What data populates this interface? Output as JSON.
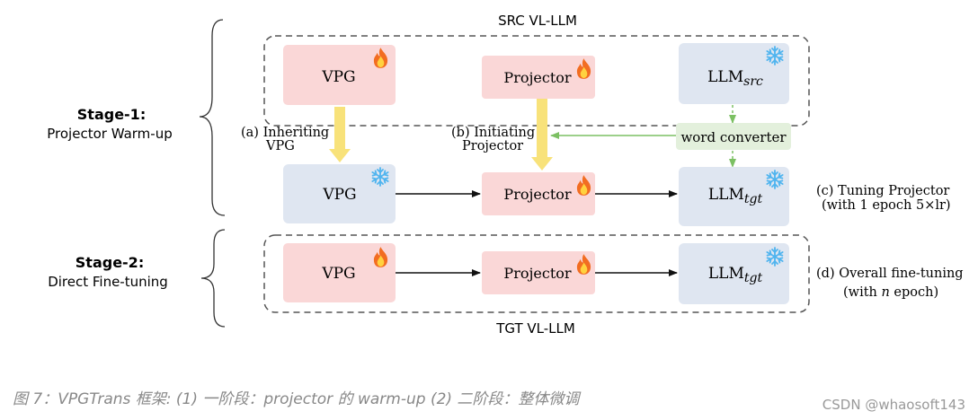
{
  "container_top_label": "SRC VL-LLM",
  "container_bottom_label": "TGT VL-LLM",
  "stage1": {
    "title": "Stage-1:",
    "subtitle": "Projector Warm-up"
  },
  "stage2": {
    "title": "Stage-2:",
    "subtitle": "Direct Fine-tuning"
  },
  "row1": {
    "vpg": "VPG",
    "projector": "Projector",
    "llm_base": "LLM",
    "llm_sub": "src"
  },
  "row2": {
    "vpg": "VPG",
    "projector": "Projector",
    "llm_base": "LLM",
    "llm_sub": "tgt"
  },
  "row3": {
    "vpg": "VPG",
    "projector": "Projector",
    "llm_base": "LLM",
    "llm_sub": "tgt"
  },
  "word_converter": "word converter",
  "annotations": {
    "a_line1": "(a) Inheriting",
    "a_line2": "VPG",
    "b_line1": "(b) Initiating",
    "b_line2": "Projector",
    "c_line1": "(c) Tuning Projector",
    "c_line2": "(with 1 epoch 5×lr)",
    "d_line1": "(d) Overall fine-tuning",
    "d_line2_pre": "(with ",
    "d_line2_n": "n",
    "d_line2_post": " epoch)"
  },
  "icons": {
    "trainable": "fire-icon",
    "frozen": "snowflake-icon"
  },
  "colors": {
    "trainable_box": "#fad7d7",
    "frozen_box": "#dfe6f1",
    "converter_box": "#e3f0dc",
    "inherit_arrow": "#f8e27a",
    "converter_arrow": "#7cc063",
    "flame_outer": "#f26d21",
    "flame_inner": "#ffd23f",
    "snowflake": "#4fb4ef"
  },
  "caption": "图 7：VPGTrans 框架: (1) 一阶段：projector 的 warm-up (2) 二阶段：整体微调",
  "watermark": "CSDN @whaosoft143"
}
